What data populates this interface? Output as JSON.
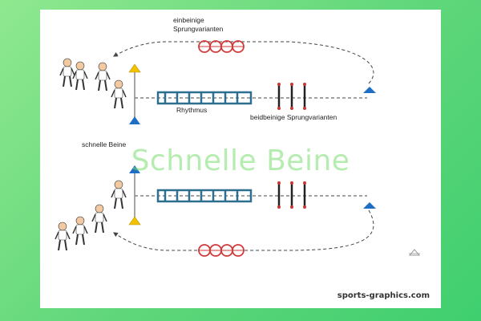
{
  "labels": {
    "top_hoops": [
      "einbeinige",
      "Sprungvarianten"
    ],
    "ladder": "Rhythmus",
    "hurdles": "beidbeinige Sprungvarianten",
    "lower_left": "schnelle Beine"
  },
  "watermark": "Schnelle Beine",
  "brand": "sports-graphics.com",
  "colors": {
    "background": "#5fd67a",
    "ladder": "#2c6f8f",
    "hoops": "#d23a3a",
    "cone_blue": "#1e6fc4",
    "cone_yellow": "#f2c200"
  }
}
